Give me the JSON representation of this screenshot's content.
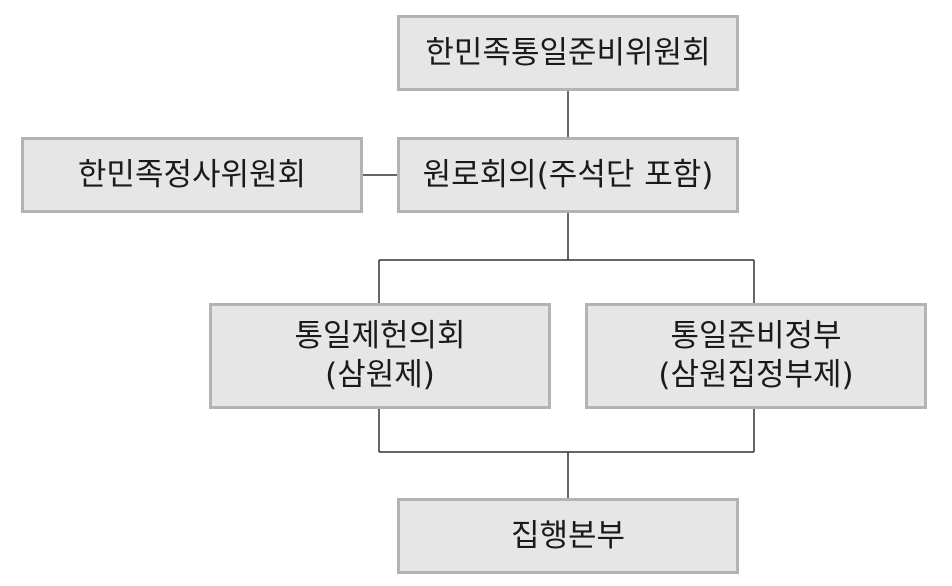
{
  "diagram": {
    "nodes": {
      "committee": "한민족통일준비위원회",
      "admin": "한민족정사위원회",
      "elders": "원로회의(주석단 포함)",
      "assembly": "통일제헌의회\n(삼원제)",
      "government": "통일준비정부\n(삼원집정부제)",
      "executive": "집행본부"
    },
    "colors": {
      "box_fill": "#e6e6e6",
      "box_border": "#b3b3b3",
      "connector": "#333333",
      "text": "#1a1a1a"
    }
  }
}
